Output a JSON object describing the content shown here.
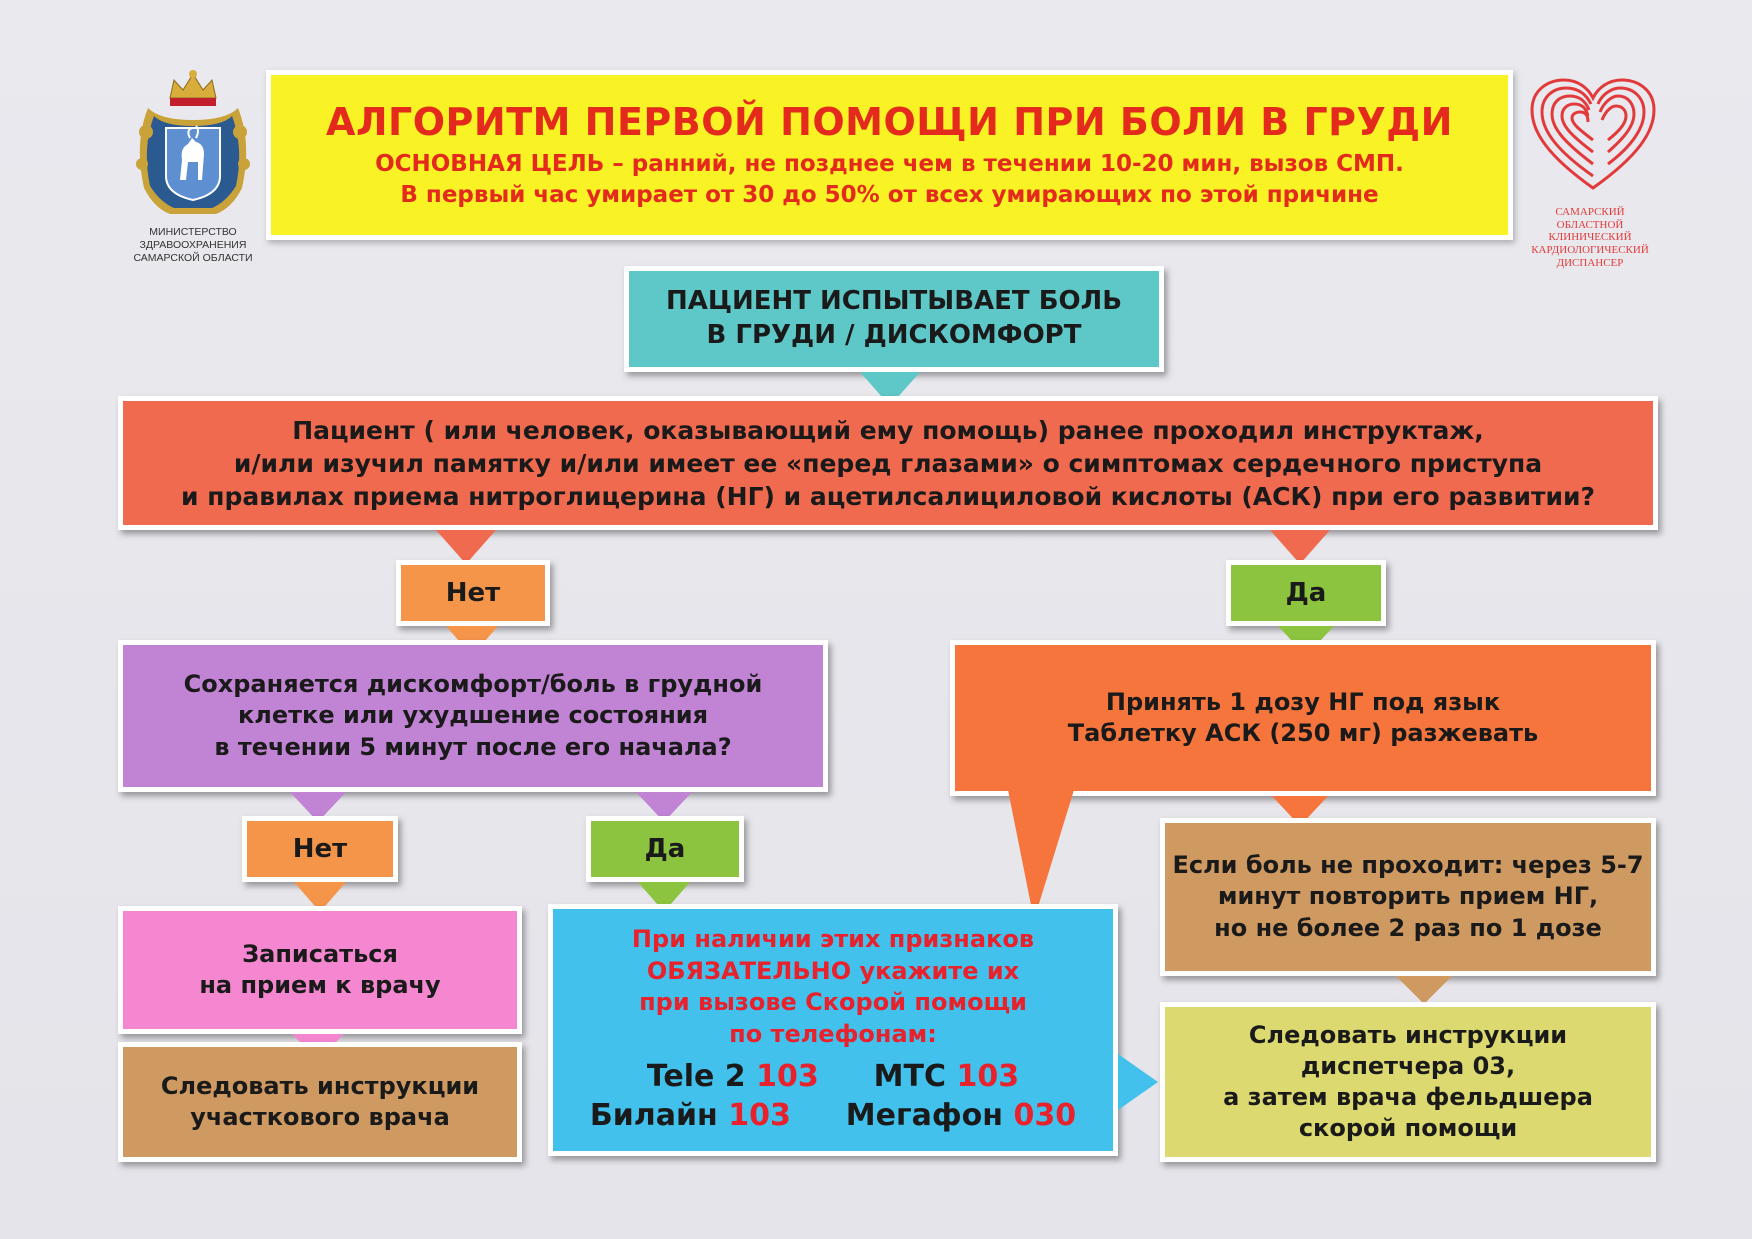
{
  "header": {
    "title": "АЛГОРИТМ ПЕРВОЙ ПОМОЩИ ПРИ БОЛИ В ГРУДИ",
    "subtitle_1": "ОСНОВНАЯ ЦЕЛЬ – ранний, не позднее чем в течении 10-20 мин, вызов СМП.",
    "subtitle_2": "В первый час умирает от 30 до 50% от всех умирающих по этой причине"
  },
  "logos": {
    "ministry_line_1": "МИНИСТЕРСТВО",
    "ministry_line_2": "ЗДРАВООХРАНЕНИЯ",
    "ministry_line_3": "САМАРСКОЙ ОБЛАСТИ",
    "cardio_line_1": "Самарский",
    "cardio_line_2": "областной",
    "cardio_line_3": "клинический",
    "cardio_line_4": "кардиологический",
    "cardio_line_5": "диспансер"
  },
  "flow": {
    "start": {
      "line_1": "ПАЦИЕНТ ИСПЫТЫВАЕТ БОЛЬ",
      "line_2": "В ГРУДИ / ДИСКОМФОРТ"
    },
    "question_1": {
      "line_1": "Пациент ( или человек, оказывающий ему помощь) ранее проходил инструктаж,",
      "line_2": "и/или изучил памятку и/или имеет ее «перед глазами» о симптомах сердечного приступа",
      "line_3": "и правилах приема нитроглицерина (НГ) и ацетилсалициловой кислоты (АСК) при его развитии?"
    },
    "no_1": "Нет",
    "yes_1": "Да",
    "question_2": {
      "line_1": "Сохраняется дискомфорт/боль в грудной",
      "line_2": "клетке или ухудшение состояния",
      "line_3": "в течении 5 минут после его начала?"
    },
    "take_meds": {
      "line_1": "Принять 1 дозу НГ под язык",
      "line_2": "Таблетку АСК (250 мг) разжевать"
    },
    "no_2": "Нет",
    "yes_2": "Да",
    "appointment": {
      "line_1": "Записаться",
      "line_2": "на прием к врачу"
    },
    "call": {
      "line_1": "При наличии этих признаков",
      "line_2": "ОБЯЗАТЕЛЬНО укажите их",
      "line_3": "при вызове Скорой помощи",
      "line_4": "по телефонам:",
      "op_1": "Tele 2",
      "num_1": "103",
      "op_2": "МТС",
      "num_2": "103",
      "op_3": "Билайн",
      "num_3": "103",
      "op_4": "Мегафон",
      "num_4": "030"
    },
    "repeat": {
      "line_1": "Если боль не проходит: через 5-7",
      "line_2": "минут повторить прием НГ,",
      "line_3": "но не более 2 раз по 1 дозе"
    },
    "follow_doctor": {
      "line_1": "Следовать инструкции",
      "line_2": "участкового врача"
    },
    "follow_dispatcher": {
      "line_1": "Следовать инструкции",
      "line_2": "диспетчера 03,",
      "line_3": "а затем врача фельдшера",
      "line_4": "скорой помощи"
    }
  },
  "colors": {
    "header": "#f9f224",
    "title_red": "#e32a1c",
    "start_teal": "#5ec7c7",
    "question_red": "#f06a4f",
    "no_orange": "#f4954a",
    "yes_green": "#8cc43f",
    "purple": "#c183d4",
    "orange": "#f6753c",
    "pink": "#f487d0",
    "blue": "#41c1ec",
    "brown": "#cf9a62",
    "khaki": "#dcd970",
    "number_red": "#e8222c"
  }
}
